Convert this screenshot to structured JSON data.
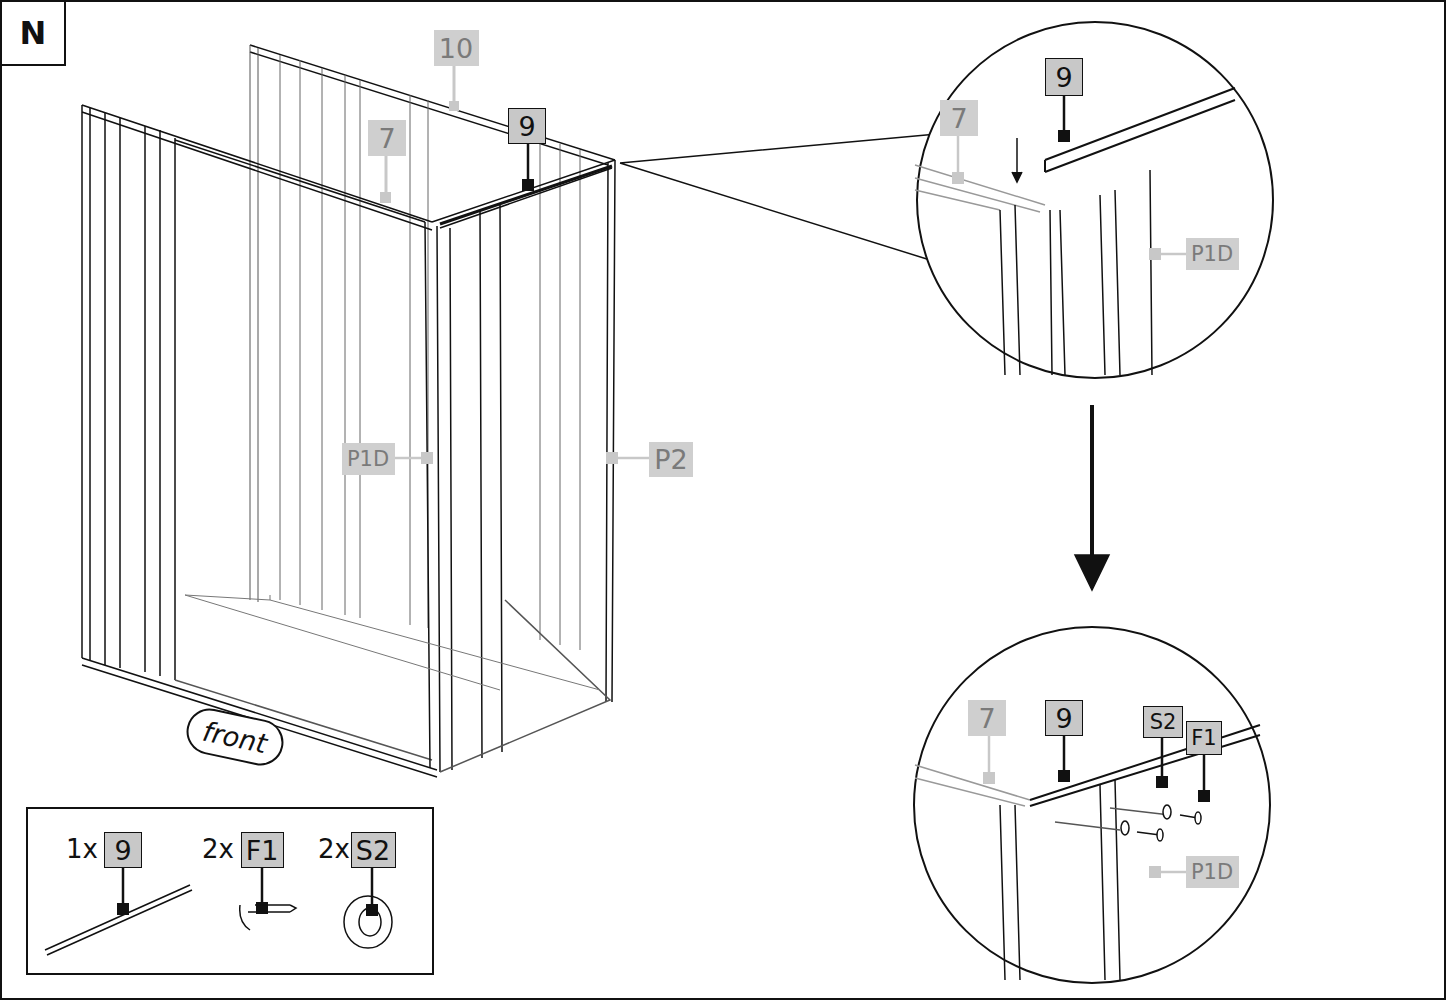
{
  "diagram": {
    "nodes": [
      {
        "text": [
          "N"
        ]
      },
      {
        "text": [
          "10"
        ]
      },
      {
        "text": [
          "7"
        ]
      },
      {
        "text": [
          "9"
        ]
      },
      {
        "text": [
          "9"
        ]
      },
      {
        "text": [
          "7"
        ]
      },
      {
        "text": [
          "P1D"
        ]
      },
      {
        "text": [
          "P1D"
        ]
      },
      {
        "text": [
          "P2"
        ]
      },
      {
        "text": [
          "7"
        ]
      },
      {
        "text": [
          "9"
        ]
      },
      {
        "text": [
          "S2"
        ]
      },
      {
        "text": [
          "F1"
        ]
      },
      {
        "text": [
          "P1D"
        ]
      },
      {
        "text": [
          "front"
        ]
      },
      {
        "text": [
          "9"
        ]
      },
      {
        "text": [
          "F1"
        ]
      },
      {
        "text": [
          "S2"
        ]
      }
    ],
    "labels": [
      "1x",
      "2x",
      "2x"
    ]
  }
}
